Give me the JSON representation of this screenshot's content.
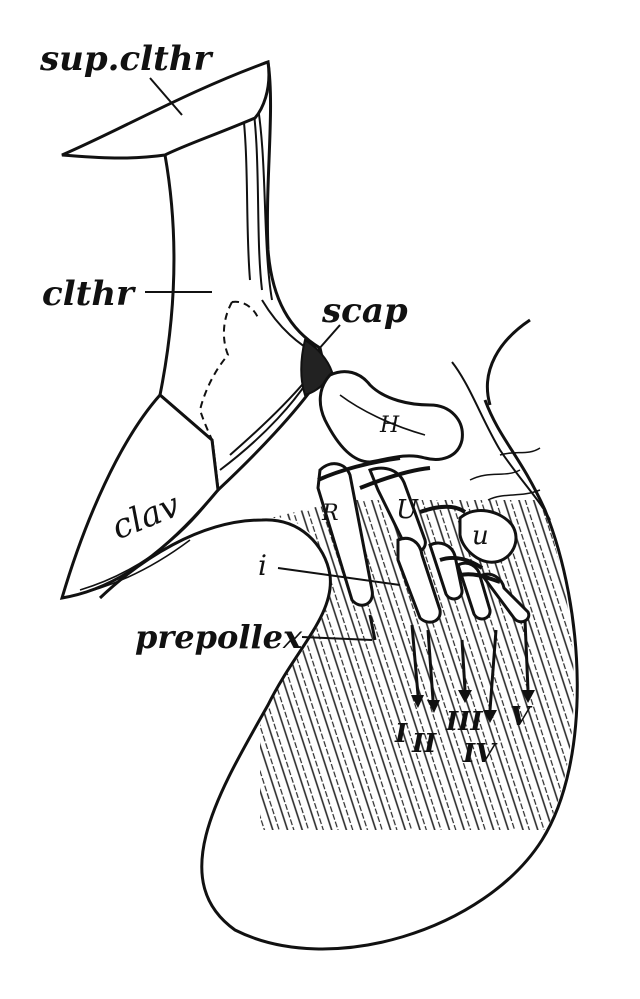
{
  "colors": {
    "ink": "#111111",
    "paper": "#ffffff"
  },
  "labels": {
    "sup_clthr": "sup.clthr",
    "clthr": "clthr",
    "scap": "scap",
    "clav": "clav",
    "humerus": "H",
    "radius": "R",
    "ulna": "U",
    "ulnare": "u",
    "intermedium": "i",
    "prepollex": "prepollex",
    "digits": [
      "I",
      "II",
      "III",
      "IV",
      "V"
    ]
  }
}
